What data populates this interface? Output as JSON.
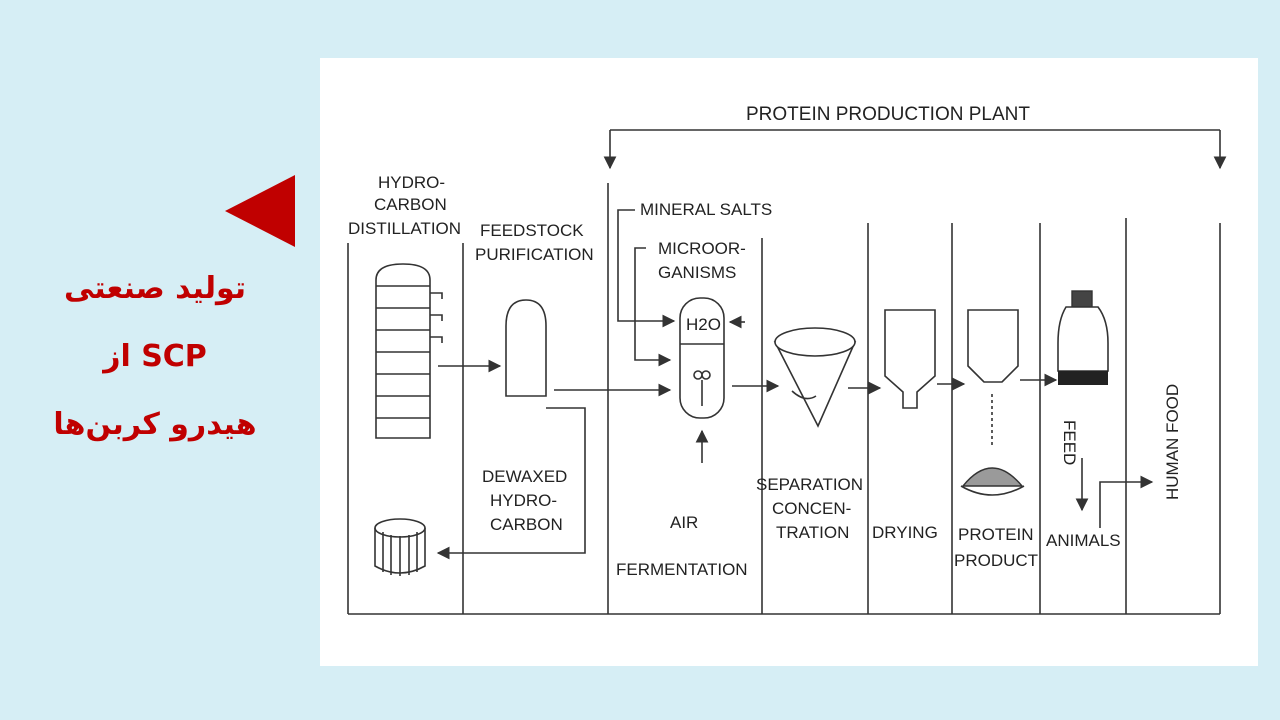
{
  "slide": {
    "title_lines": [
      "تولید صنعتی",
      "SCP از",
      "هیدرو کربن‌ها"
    ],
    "accent_color": "#c00000",
    "background_color": "#d6eef5"
  },
  "diagram": {
    "plant_label": "PROTEIN PRODUCTION PLANT",
    "stages": {
      "distillation": [
        "HYDRO-",
        "CARBON",
        "DISTILLATION"
      ],
      "purification": [
        "FEEDSTOCK",
        "PURIFICATION"
      ],
      "dewaxed": [
        "DEWAXED",
        "HYDRO-",
        "CARBON"
      ],
      "mineral_salts": "MINERAL SALTS",
      "microorganisms": [
        "MICROOR-",
        "GANISMS"
      ],
      "water": "H2O",
      "air": "AIR",
      "fermentation": "FERMENTATION",
      "separation": [
        "SEPARATION",
        "CONCEN-",
        "TRATION"
      ],
      "drying": "DRYING",
      "protein_product": [
        "PROTEIN",
        "PRODUCT"
      ],
      "feed": "FEED",
      "animals": "ANIMALS",
      "human_food": "HUMAN FOOD"
    }
  }
}
